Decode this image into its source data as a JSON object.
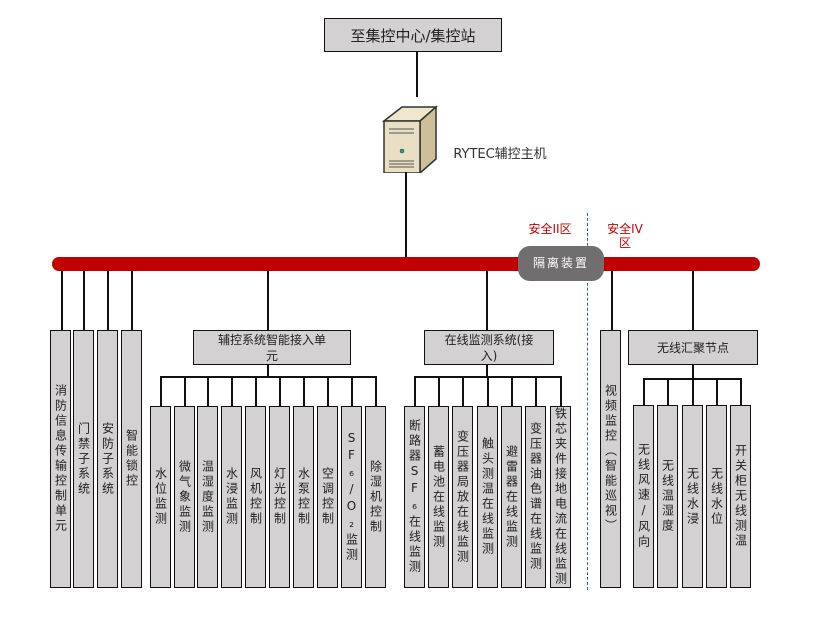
{
  "top": {
    "title": "至集控中心/集控站"
  },
  "host": {
    "icon": "server-icon",
    "label": "RYTEC辅控主机"
  },
  "bus": {
    "color": "#c30000"
  },
  "isolation": {
    "label": "隔离装置",
    "color": "#706e6f"
  },
  "zones": {
    "zone2": "安全II区",
    "zone4": "安全IV区"
  },
  "direct_units": [
    {
      "label": "消防信息传输控制单元"
    },
    {
      "label": "门禁子系统"
    },
    {
      "label": "安防子系统"
    },
    {
      "label": "智能锁控"
    }
  ],
  "aux_unit": {
    "title": "辅控系统智能接入单元",
    "children": [
      {
        "label": "水位监测"
      },
      {
        "label": "微气象监测"
      },
      {
        "label": "温湿度监测"
      },
      {
        "label": "水浸监测"
      },
      {
        "label": "风机控制"
      },
      {
        "label": "灯光控制"
      },
      {
        "label": "水泵控制"
      },
      {
        "label": "空调控制"
      },
      {
        "label": "SF₆/O₂监测"
      },
      {
        "label": "除湿机控制"
      }
    ]
  },
  "online_unit": {
    "title": "在线监测系统(接入)",
    "children": [
      {
        "label": "断路器SF₆在线监测"
      },
      {
        "label": "蓄电池在线监测"
      },
      {
        "label": "变压器局放在线监测"
      },
      {
        "label": "触头测温在线监测"
      },
      {
        "label": "避雷器在线监测"
      },
      {
        "label": "变压器油色谱在线监测"
      },
      {
        "label": "铁芯夹件接地电流在线监测"
      }
    ]
  },
  "video": {
    "label": "视频监控（智能巡视）"
  },
  "wireless_unit": {
    "title": "无线汇聚节点",
    "children": [
      {
        "label": "无线风速/风向"
      },
      {
        "label": "无线温湿度"
      },
      {
        "label": "无线水浸"
      },
      {
        "label": "无线水位"
      },
      {
        "label": "开关柜无线测温"
      }
    ]
  }
}
